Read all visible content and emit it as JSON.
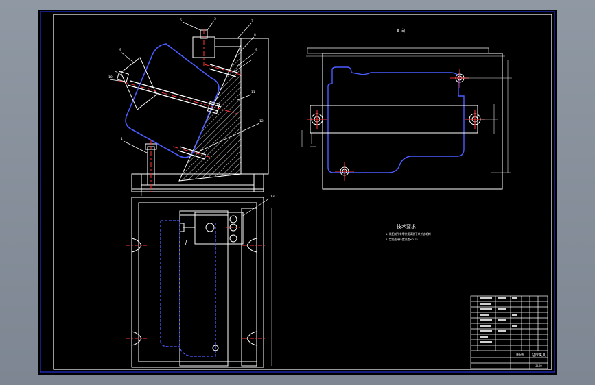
{
  "colors": {
    "background": "#8a939e",
    "paper": "#000000",
    "frame": "#2a3cff",
    "line": "#ffffff",
    "hidden": "#4a5cff",
    "center": "#ff3333",
    "dim": "#e6e6e6"
  },
  "view_label": "A 向",
  "tech_title": "技术要求",
  "tech_notes": [
    "1. 装配前所有零件须清洗干净并去毛刺",
    "2. 定位面平行度误差≤0.02"
  ],
  "title_block": {
    "drawing_name": "装配图",
    "part_name": "钻床夹具",
    "drawing_no": "ZJ-00"
  },
  "balloons": [
    "6",
    "5",
    "7",
    "8",
    "9",
    "9",
    "10",
    "11",
    "12",
    "1",
    "13"
  ]
}
